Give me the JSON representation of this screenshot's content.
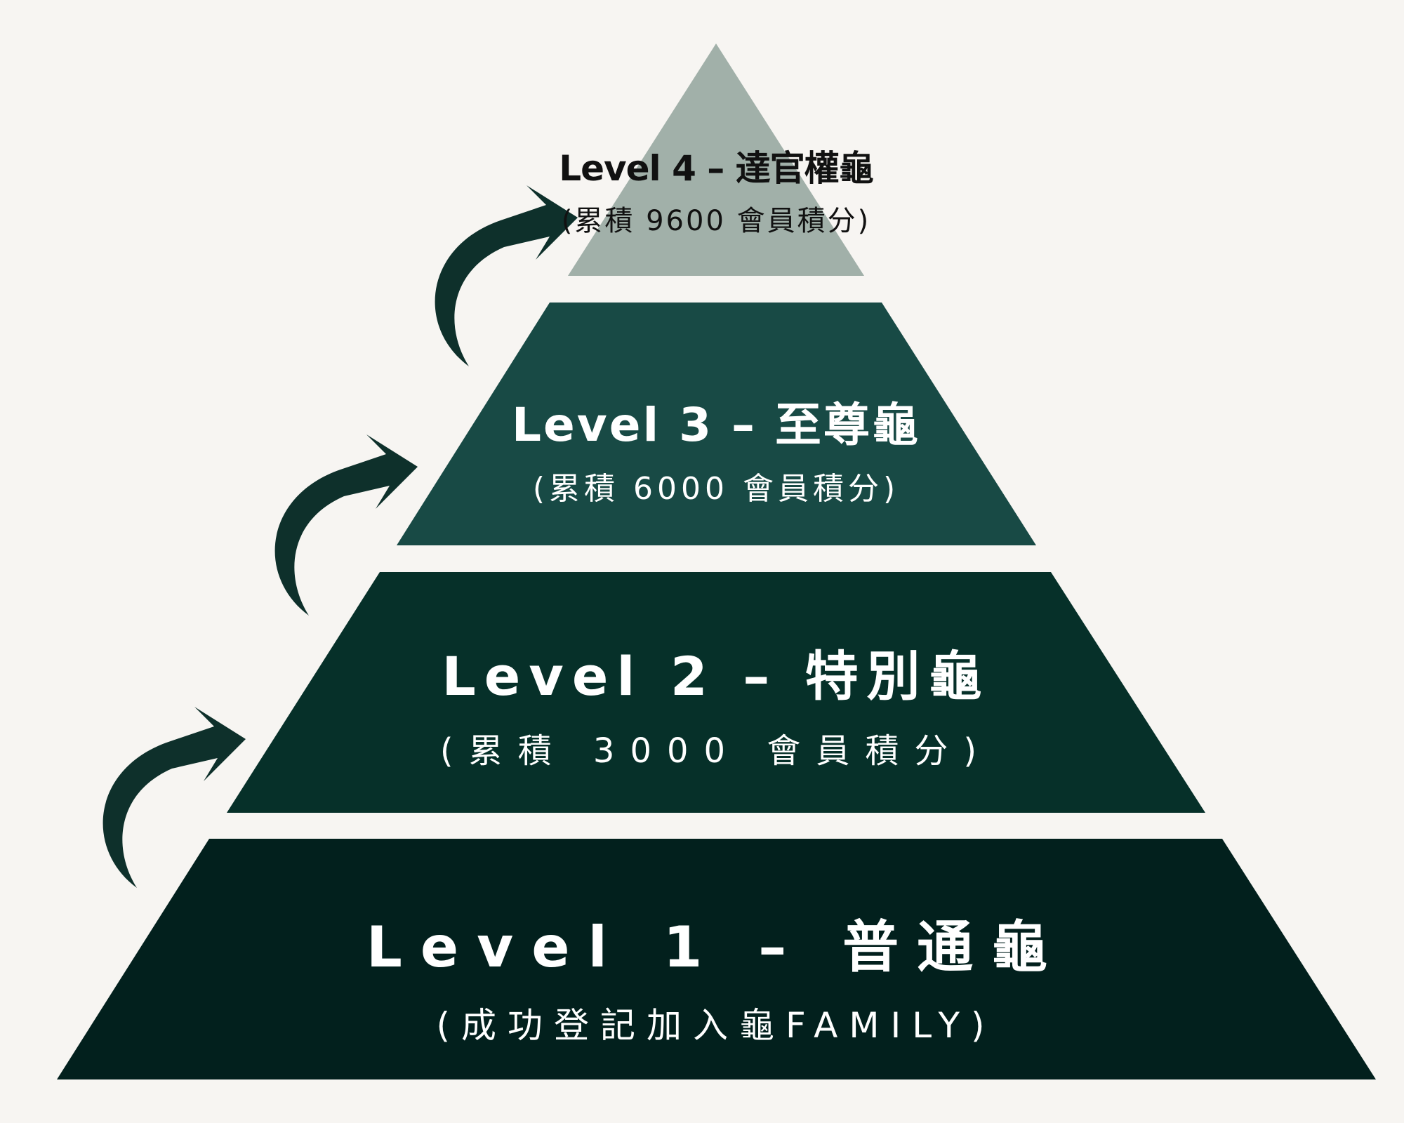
{
  "colors": {
    "background": "#f7f5f2",
    "level4": "#a1b0a9",
    "level3": "#184a45",
    "level2": "#063029",
    "level1": "#02201d",
    "arrow": "#0e302b"
  },
  "levels": [
    {
      "title": "Level 4 – 達官權龜",
      "subtitle": "(累積 9600 會員積分)"
    },
    {
      "title": "Level 3 – 至尊龜",
      "subtitle": "(累積 6000 會員積分)"
    },
    {
      "title": "Level 2 – 特別龜",
      "subtitle": "(累積 3000 會員積分)"
    },
    {
      "title": "Level 1 – 普通龜",
      "subtitle": "(成功登記加入龜FAMILY)"
    }
  ],
  "arrows": [
    {
      "icon": "curved-arrow-icon",
      "from": "Level 1",
      "to": "Level 2"
    },
    {
      "icon": "curved-arrow-icon",
      "from": "Level 2",
      "to": "Level 3"
    },
    {
      "icon": "curved-arrow-icon",
      "from": "Level 3",
      "to": "Level 4"
    }
  ]
}
